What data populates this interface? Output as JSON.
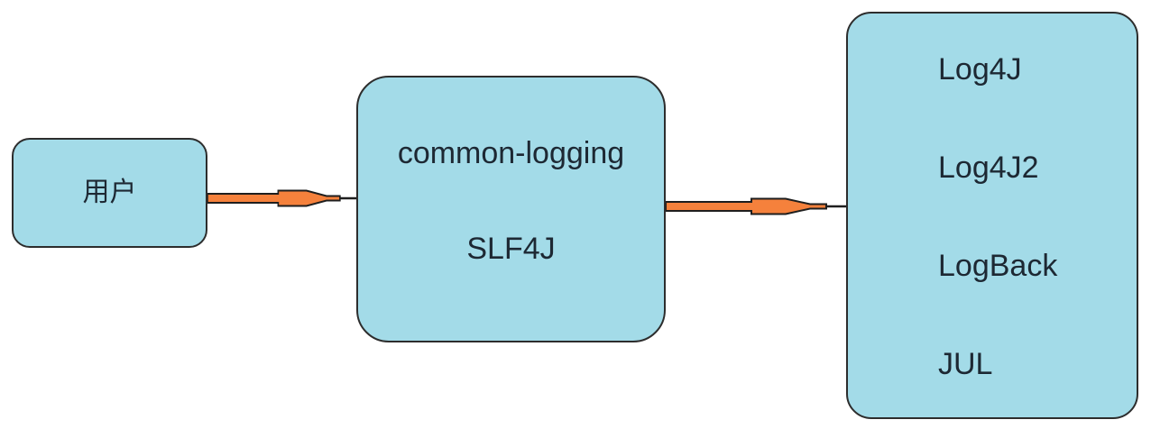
{
  "diagram": {
    "description": "Logging facade flow diagram",
    "colors": {
      "background": "#FFFFFF",
      "box_fill": "#A3DBE8",
      "box_border": "#2D2D2D",
      "arrow_fill": "#F5813C",
      "arrow_outline": "#1E1E1E",
      "text": "#1D2833"
    },
    "nodes": {
      "user": {
        "label": "用户"
      },
      "facade": {
        "lines": [
          "common-logging",
          "SLF4J"
        ]
      },
      "implementations": {
        "lines": [
          "Log4J",
          "Log4J2",
          "LogBack",
          "JUL"
        ]
      }
    },
    "arrows": [
      {
        "name": "user-to-facade",
        "from": "用户",
        "to": "common-logging / SLF4J",
        "direction": "right"
      },
      {
        "name": "facade-to-implementations",
        "from": "common-logging / SLF4J",
        "to": "Log4J / Log4J2 / LogBack / JUL",
        "direction": "right"
      }
    ]
  }
}
